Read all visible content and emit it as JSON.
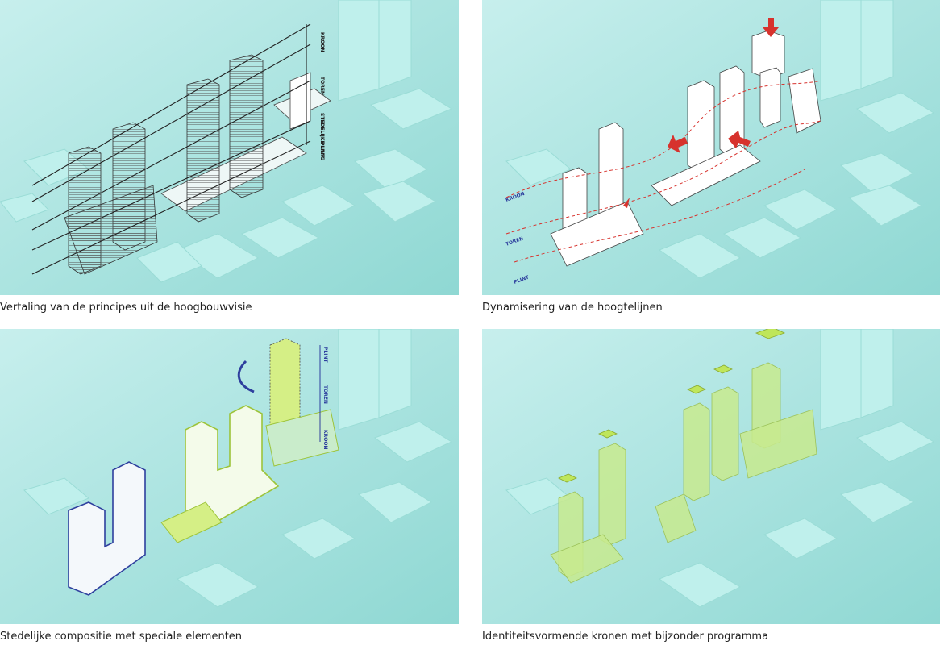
{
  "panels": [
    {
      "caption": "Vertaling van de principes uit de hoogbouwvisie",
      "labels": {
        "kroon": "KROON",
        "toren": "TOREN",
        "stedelijke_laag": "STEDELIJKE LAAG",
        "plint": "PLINT"
      }
    },
    {
      "caption": "Dynamisering van de hoogtelijnen",
      "labels": {
        "kroon": "KROON",
        "toren": "TOREN",
        "plint": "PLINT"
      }
    },
    {
      "caption": "Stedelijke compositie met speciale elementen",
      "labels": {
        "plint": "PLINT",
        "toren": "TOREN",
        "kroon": "KROON"
      }
    },
    {
      "caption": "Identiteitsvormende kronen met bijzonder programma",
      "labels": {}
    }
  ],
  "colors": {
    "background": "#a9e3e0",
    "context_blocks": "#c9f1ee",
    "wireframe": "#ffffff",
    "accent_red": "#d7322d",
    "accent_blue": "#2e3f9e",
    "accent_lime": "#d5ef86"
  }
}
